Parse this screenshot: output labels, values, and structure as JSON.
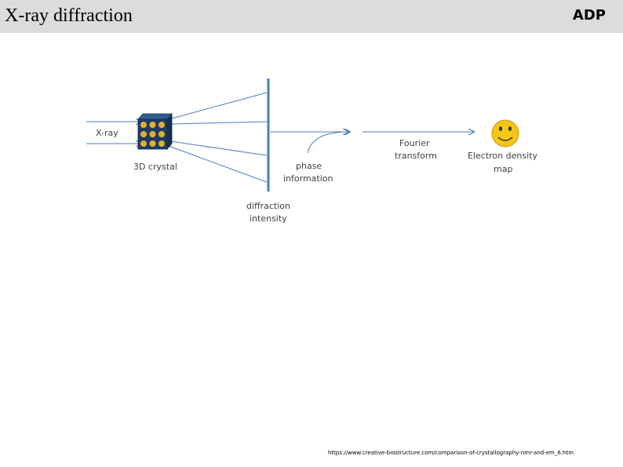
{
  "header": {
    "title": "X-ray diffraction",
    "badge": "ADP"
  },
  "diagram": {
    "labels": {
      "xray": "X-ray",
      "crystal": "3D crystal",
      "diffraction_line1": "diffraction",
      "diffraction_line2": "intensity",
      "phase_line1": "phase",
      "phase_line2": "information",
      "fourier_line1": "Fourier",
      "fourier_line2": "transform",
      "edm_line1": "Electron density",
      "edm_line2": "map"
    },
    "colors": {
      "arrow": "#4a7ebb",
      "screen": "#4a7ebb",
      "crystal_face": "#1f3b63",
      "smiley": "#f5c518",
      "text": "#404040"
    }
  },
  "footer": {
    "credit": "https://www.creative-biostructure.com/comparison-of-crystallography-nmr-and-em_6.htm"
  }
}
